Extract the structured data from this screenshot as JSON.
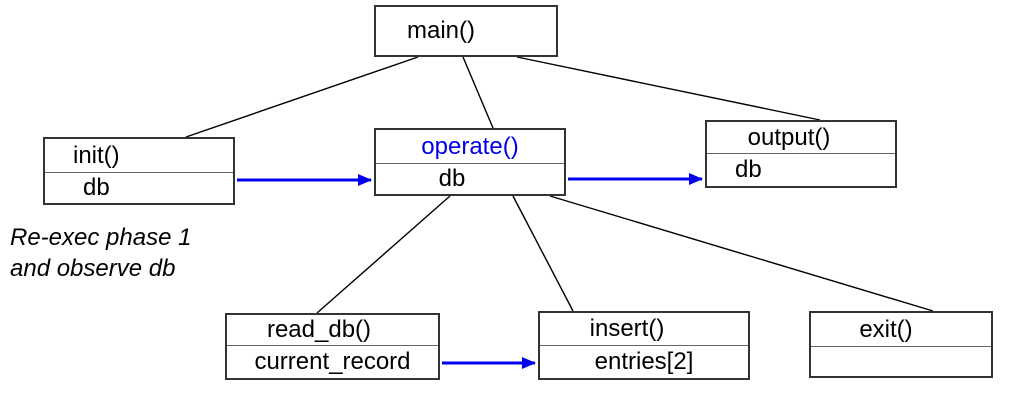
{
  "colors": {
    "arrow_blue": "#0000ee",
    "line_black": "#000000",
    "box_border": "#333333",
    "background": "#ffffff"
  },
  "annotation": {
    "line1": "Re-exec phase 1",
    "line2": "and observe db"
  },
  "nodes": {
    "main": {
      "title": "main()"
    },
    "init": {
      "title": "init()",
      "data": "db"
    },
    "operate": {
      "title": "operate()",
      "data": "db"
    },
    "output": {
      "title": "output()",
      "data": "db"
    },
    "read_db": {
      "title": "read_db()",
      "data": "current_record"
    },
    "insert": {
      "title": "insert()",
      "data": "entries[2]"
    },
    "exit": {
      "title": "exit()",
      "data": ""
    }
  },
  "edges": {
    "call_edges": [
      "main-init",
      "main-operate",
      "main-output",
      "operate-read_db",
      "operate-insert",
      "operate-exit"
    ],
    "data_flow_edges": [
      "init-operate",
      "operate-output",
      "read_db-insert"
    ]
  }
}
